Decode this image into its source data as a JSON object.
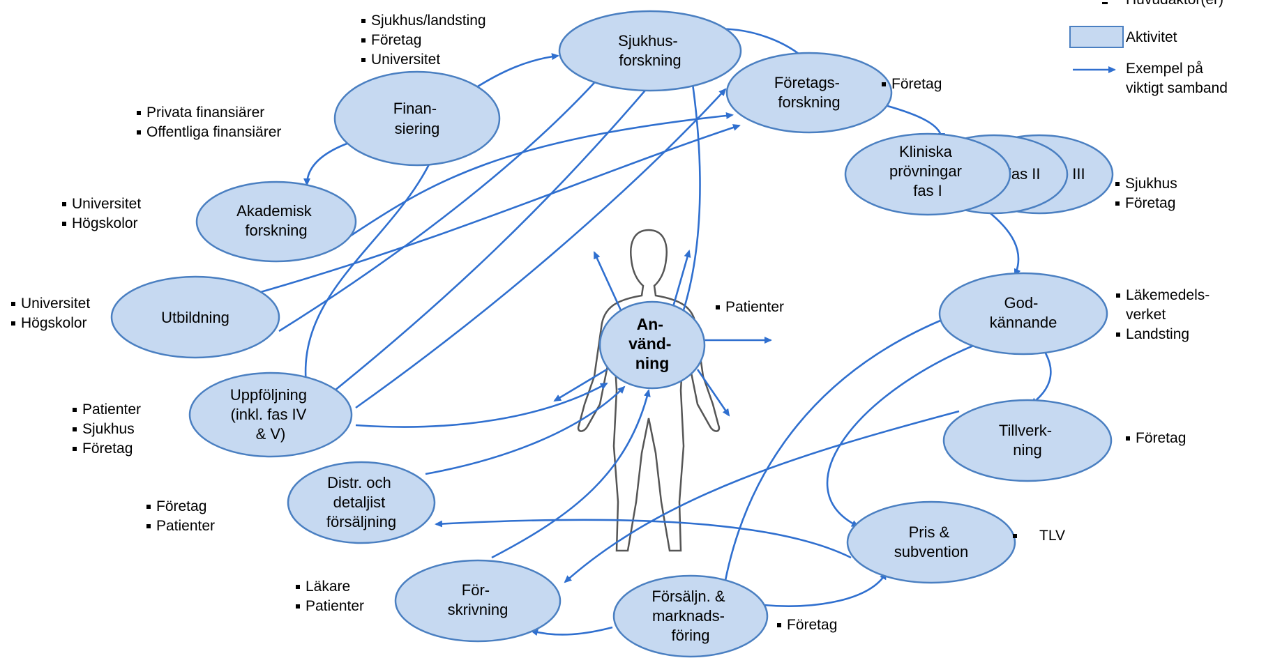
{
  "legend": {
    "actor_label": "Huvudaktör(er)",
    "activity_label": "Aktivitet",
    "link_label_line1": "Exempel på",
    "link_label_line2": "viktigt samband",
    "activity_color": "#c6d9f1",
    "link_color": "#2f6fcf"
  },
  "nodes": {
    "sjukhusforskning": [
      "Sjukhus-",
      "forskning"
    ],
    "foretagsforskning": [
      "Företags-",
      "forskning"
    ],
    "finansiering": [
      "Finan-",
      "siering"
    ],
    "akademisk": [
      "Akademisk",
      "forskning"
    ],
    "utbildning": [
      "Utbildning"
    ],
    "kliniska": [
      "Kliniska",
      "prövningar",
      "fas I"
    ],
    "fas2": "Fas II",
    "fas3": "Fas III",
    "godkannande": [
      "God-",
      "kännande"
    ],
    "anvandning": [
      "An-",
      "vänd-",
      "ning"
    ],
    "uppfoljning": [
      "Uppföljning",
      "(inkl. fas IV",
      "& V)"
    ],
    "tillverkning": [
      "Tillverk-",
      "ning"
    ],
    "distr": [
      "Distr. och",
      "detaljist",
      "försäljning"
    ],
    "pris": [
      "Pris &",
      "subvention"
    ],
    "forskrivning": [
      "För-",
      "skrivning"
    ],
    "forsaljn": [
      "Försäljn. &",
      "marknads-",
      "föring"
    ]
  },
  "actors": {
    "sjukhusforskning": [
      "Sjukhus/landsting",
      "Företag",
      "Universitet"
    ],
    "finansiering": [
      "Privata finansiärer",
      "Offentliga finansiärer"
    ],
    "foretagsforskning": [
      "Företag"
    ],
    "akademisk": [
      "Universitet",
      "Högskolor"
    ],
    "utbildning": [
      "Universitet",
      "Högskolor"
    ],
    "kliniska": [
      "Sjukhus",
      "Företag"
    ],
    "anvandning": [
      "Patienter"
    ],
    "godkannande": [
      "Läkemedels-",
      "verket",
      "Landsting"
    ],
    "uppfoljning": [
      "Patienter",
      "Sjukhus",
      "Företag"
    ],
    "tillverkning": [
      "Företag"
    ],
    "distr": [
      "Företag",
      "Patienter"
    ],
    "pris": [
      "TLV"
    ],
    "forskrivning": [
      "Läkare",
      "Patienter"
    ],
    "forsaljn": [
      "Företag"
    ]
  }
}
